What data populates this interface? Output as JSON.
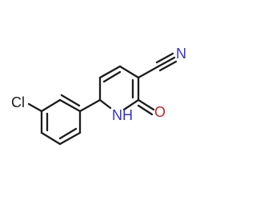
{
  "molecule": {
    "atoms": {
      "chlorine": "Cl",
      "ring_nh": "NH",
      "carbonyl_o": "O",
      "nitrile_n": "N"
    },
    "colors": {
      "bond": "#1c1c1c",
      "chlorine": "#1c1c1c",
      "nitrogen": "#3333cc",
      "oxygen": "#cc2020"
    }
  }
}
